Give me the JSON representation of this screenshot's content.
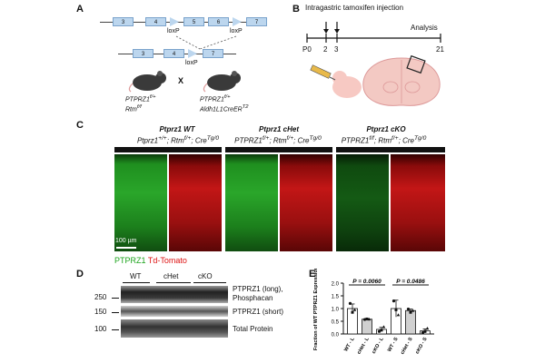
{
  "panels": {
    "a": "A",
    "b": "B",
    "c": "C",
    "d": "D",
    "e": "E"
  },
  "panel_a": {
    "exons_top": [
      "3",
      "4",
      "5",
      "6",
      "7"
    ],
    "exons_bottom": [
      "3",
      "4",
      "7"
    ],
    "loxp": "loxP",
    "cross": "X",
    "mouse1_line1": "PTPRZ1",
    "mouse1_sup1": "f/+",
    "mouse1_line2": "Rtm",
    "mouse1_sup2": "f/f",
    "mouse2_line1": "PTPRZ1",
    "mouse2_sup1": "f/+",
    "mouse2_line2": "Aldh1L1CreER",
    "mouse2_sup2": "T2"
  },
  "panel_b": {
    "injection_label": "Intragastric tamoxifen injection",
    "analysis_label": "Analysis",
    "ticks": [
      "P0",
      "2",
      "3",
      "21"
    ]
  },
  "panel_c": {
    "groups": [
      {
        "title": "Ptprz1 WT",
        "geno": "Ptprz1",
        "geno_sup": "+/+",
        "rest": "; Rtm",
        "rest_sup": "f/+",
        "cre": "; Cre",
        "cre_sup": "Tg/0"
      },
      {
        "title": "Ptprz1 cHet",
        "geno": "PTPRZ1",
        "geno_sup": "f/+",
        "rest": "; Rtm",
        "rest_sup": "f/+",
        "cre": "; Cre",
        "cre_sup": "Tg/0"
      },
      {
        "title": "Ptprz1 cKO",
        "geno": "PTPRZ1",
        "geno_sup": "f/f",
        "rest": "; Rtm",
        "rest_sup": "f/+",
        "cre": "; Cre",
        "cre_sup": "Tg/0"
      }
    ],
    "scale_bar": "100 µm",
    "legend_green": "PTPRZ1",
    "legend_red": "Td-Tomato"
  },
  "panel_d": {
    "lanes": [
      "WT",
      "cHet",
      "cKO"
    ],
    "mw": [
      "250",
      "150",
      "100"
    ],
    "row1": "PTPRZ1 (long),",
    "row1b": "Phosphacan",
    "row2": "PTPRZ1 (short)",
    "row3": "Total Protein"
  },
  "chart_data": {
    "type": "bar",
    "ylabel": "Fraction of WT PTPRZ1 Expression",
    "ylim": [
      0,
      2.0
    ],
    "yticks": [
      "0.0",
      "0.5",
      "1.0",
      "1.5",
      "2.0"
    ],
    "categories": [
      "WT - L",
      "cHet - L",
      "cKO - L",
      "WT - S",
      "cHet - S",
      "cKO - S"
    ],
    "values": [
      1.0,
      0.58,
      0.18,
      1.0,
      0.92,
      0.12
    ],
    "errors": [
      0.18,
      0.02,
      0.08,
      0.33,
      0.06,
      0.08
    ],
    "colors": [
      "#ffffff",
      "#d0d0d0",
      "#ffffff",
      "#ffffff",
      "#d0d0d0",
      "#ffffff"
    ],
    "points": [
      [
        1.2,
        0.85,
        0.95
      ],
      [
        0.57,
        0.59,
        0.58
      ],
      [
        0.1,
        0.15,
        0.28
      ],
      [
        1.3,
        0.95,
        0.75
      ],
      [
        0.98,
        0.85,
        0.92
      ],
      [
        0.05,
        0.1,
        0.22
      ]
    ],
    "annotations": [
      {
        "text": "P = 0.0060",
        "from": 0,
        "to": 2
      },
      {
        "text": "P = 0.0486",
        "from": 3,
        "to": 5
      }
    ]
  }
}
